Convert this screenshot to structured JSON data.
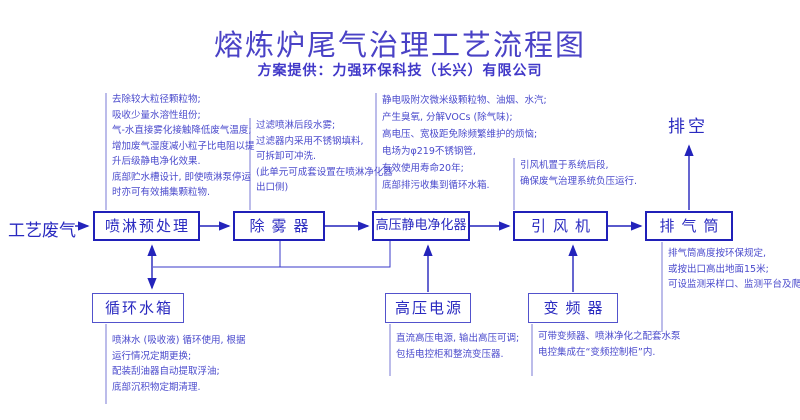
{
  "header": {
    "title": "熔炼炉尾气治理工艺流程图",
    "subtitle": "方案提供：力强环保科技（长兴）有限公司"
  },
  "colors": {
    "diagram_blue": "#3c3cc8",
    "box_border_blue": "#2020b8",
    "annotation_blue": "#4a4acc",
    "background": "#ffffff"
  },
  "flow": {
    "input_label": "工艺废气",
    "vent_label": "排空",
    "boxes": {
      "spray": "喷淋预处理",
      "demister": "除雾器",
      "esp": "高压静电净化器",
      "fan": "引风机",
      "stack": "排气筒",
      "tank": "循环水箱",
      "power": "高压电源",
      "vfd": "变频器"
    }
  },
  "annotations": {
    "spray": [
      "去除较大粒径颗粒物;",
      "吸收少量水溶性组份;",
      "气-水直接雾化接触降低废气温度;",
      "增加废气湿度减小粒子比电阻以提",
      "升后级静电净化效果.",
      "底部贮水槽设计, 即使喷淋泵停运",
      "时亦可有效捕集颗粒物."
    ],
    "demister": [
      "过滤喷淋后段水雾;",
      "过滤器内采用不锈钢填料,",
      "可拆卸可冲洗.",
      "(此单元可成套设置在喷淋净化器",
      "出口侧)"
    ],
    "esp": [
      "静电吸附次微米级颗粒物、油烟、水汽;",
      "产生臭氧, 分解VOCs (除气味);",
      "高电压、宽极距免除频繁维护的烦恼;",
      "电场为φ219不锈钢管,",
      "有效使用寿命20年;",
      "底部排污收集到循环水箱."
    ],
    "fan": [
      "引风机置于系统后段,",
      "确保废气治理系统负压运行."
    ],
    "stack": [
      "排气筒高度按环保规定,",
      "或按出口高出地面15米;",
      "可设监测采样口、监测平台及爬梯."
    ],
    "tank": [
      "喷淋水 (吸收液) 循环使用, 根据",
      "运行情况定期更换;",
      "配装刮油器自动提取浮油;",
      "底部沉积物定期清理."
    ],
    "power": [
      "直流高压电源, 输出高压可调;",
      "包括电控柜和整流变压器."
    ],
    "vfd": [
      "可带变频器、喷淋净化之配套水泵",
      "电控集成在“变频控制柜”内."
    ]
  }
}
